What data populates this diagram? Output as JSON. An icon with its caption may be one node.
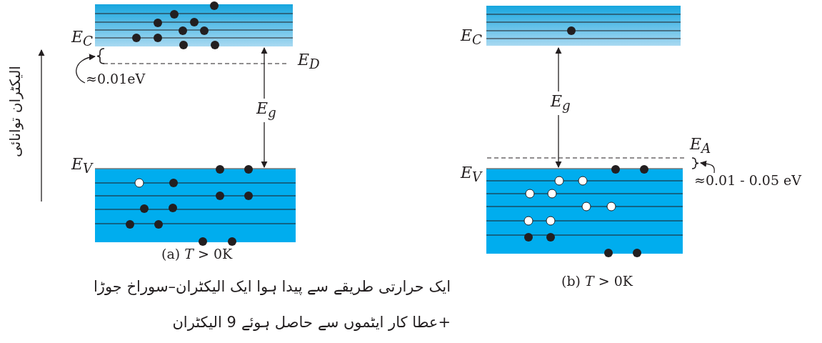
{
  "diagram": {
    "nodes": [
      {
        "text": [
          "≈0.01eV"
        ]
      },
      {
        "text": [],
        "shape": "bracket"
      },
      {
        "text": [
          "≈0.01 - 0.05 eV"
        ]
      },
      {
        "text": [],
        "shape": "bracket"
      }
    ],
    "edges": [
      {
        "from": 0,
        "to": 1,
        "arrow": "to"
      },
      {
        "from": 2,
        "to": 3,
        "arrow": "to"
      }
    ],
    "labels": [
      "الیکٹران توانائی",
      "E$_{C}$",
      "E$_{D}$",
      "E$_{g}$",
      "E$_{V}$",
      "(a) *T* > 0K",
      "ایک حرارتی طریقے سے پیدا ہوا ایک الیکٹران–سوراخ جوڑا",
      "+عطا کار ایٹموں سے حاصل ہوئے 9 الیکٹران",
      "E$_{C}$",
      "E$_{g}$",
      "E$_{A}$",
      "E$_{V}$",
      "(b) *T* > 0K"
    ]
  }
}
